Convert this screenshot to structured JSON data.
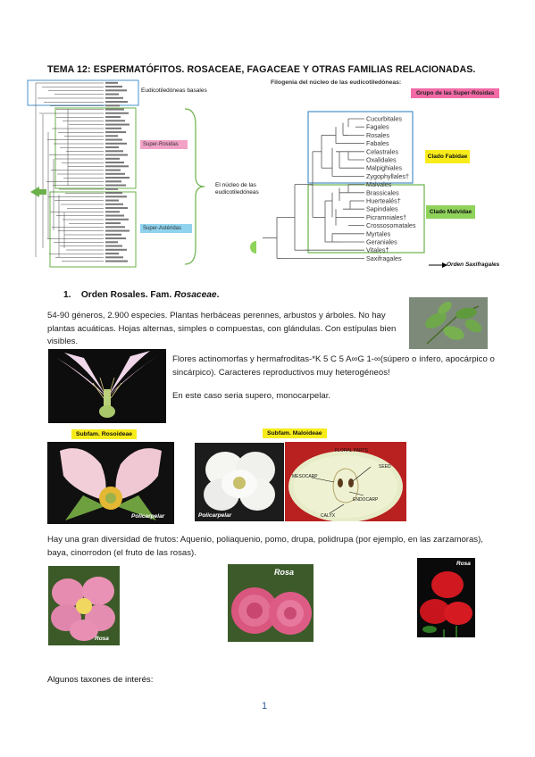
{
  "title": "TEMA 12: ESPERMATÓFITOS. ROSACEAE, FAGACEAE Y OTRAS FAMILIAS RELACIONADAS.",
  "left_tree": {
    "label_basal": "Eudicotiledóneas basales",
    "label_superrosids": "Super-Rosidas",
    "label_superasterids": "Super-Astéridas",
    "label_nucleo": "El núcleo de las eudicotiledóneas"
  },
  "right_tree": {
    "title": "Filogenia del núcleo de las eudicotiledóneas:",
    "badge": "Grupo de las Super-Rósidas",
    "fabidae_label": "Clado Fabidae",
    "malvidae_label": "Clado Malvidae",
    "fabidae_taxa": [
      "Cucurbitales",
      "Fagales",
      "Rosales",
      "Fabales",
      "Celastrales",
      "Oxalidales",
      "Malpighiales",
      "Zygophyllales†"
    ],
    "malvidae_taxa": [
      "Malvales",
      "Brassicales",
      "Huertealés†",
      "Sapindales",
      "Picramniales†",
      "Crossosomatales",
      "Myrtales",
      "Geraniales"
    ],
    "outer_taxa": [
      "Vitales†",
      "Saxifragales"
    ],
    "saxifragales_label": "Orden Saxifragales"
  },
  "section": {
    "number": "1.",
    "heading_prefix": "Orden Rosales. Fam.",
    "heading_family": "Rosaceae",
    "heading_suffix": "."
  },
  "paragraphs": {
    "intro": "54-90 géneros, 2.900 especies. Plantas herbáceas perennes, arbustos y árboles. No hay plantas acuáticas. Hojas alternas, simples o compuestas, con glándulas. Con estípulas bien visibles.",
    "flowers": "Flores actinomorfas y hermafroditas-*K 5 C 5 A∞G 1-∞(súpero o ínfero, apocárpico o sincárpico). Caracteres reproductivos muy heterogéneos!",
    "case": "En este caso seria supero, monocarpelar.",
    "fruits": "Hay una gran diversidad de frutos: Aquenio, poliaquenio, pomo, drupa, polidrupa (por ejemplo, en las zarzamoras), baya, cinorrodon (el fruto de las rosas).",
    "taxa": "Algunos taxones de interés:"
  },
  "subfamilies": {
    "rosoideae": "Subfam. Rosoideae",
    "maloideae": "Subfam. Maloideae"
  },
  "photo_labels": {
    "policarpelar1": "Policarpelar",
    "policarpelar2": "Policarpelar",
    "floral_parts": "FLORAL PARTS",
    "seed": "SEED",
    "mesocarp": "MESOCARP",
    "endocarp": "ENDOCARP",
    "calyx": "CALYX",
    "rosa1": "Rosa",
    "rosa2": "Rosa",
    "rosa3": "Rosa"
  },
  "page_number": "1"
}
